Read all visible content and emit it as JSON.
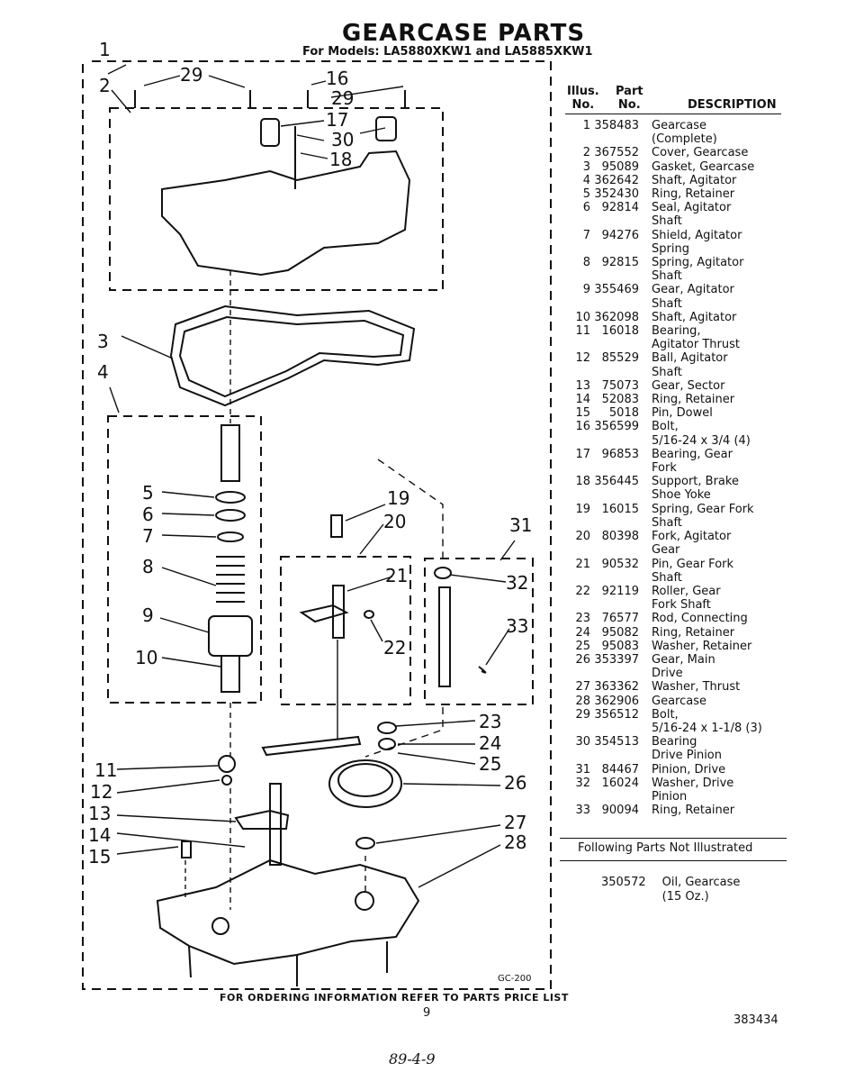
{
  "header": {
    "title": "GEARCASE PARTS",
    "subtitle": "For Models: LA5880XKW1 and LA5885XKW1"
  },
  "table": {
    "col_illus": "Illus.\nNo.",
    "col_part": "Part\nNo.",
    "col_desc": "DESCRIPTION",
    "rows": [
      {
        "no": "1",
        "part": "358483",
        "desc": "Gearcase\n(Complete)"
      },
      {
        "no": "2",
        "part": "367552",
        "desc": "Cover, Gearcase"
      },
      {
        "no": "3",
        "part": "95089",
        "desc": "Gasket, Gearcase"
      },
      {
        "no": "4",
        "part": "362642",
        "desc": "Shaft, Agitator"
      },
      {
        "no": "5",
        "part": "352430",
        "desc": "Ring, Retainer"
      },
      {
        "no": "6",
        "part": "92814",
        "desc": "Seal, Agitator\nShaft"
      },
      {
        "no": "7",
        "part": "94276",
        "desc": "Shield, Agitator\nSpring"
      },
      {
        "no": "8",
        "part": "92815",
        "desc": "Spring, Agitator\nShaft"
      },
      {
        "no": "9",
        "part": "355469",
        "desc": "Gear, Agitator\nShaft"
      },
      {
        "no": "10",
        "part": "362098",
        "desc": "Shaft, Agitator"
      },
      {
        "no": "11",
        "part": "16018",
        "desc": "Bearing,\nAgitator Thrust"
      },
      {
        "no": "12",
        "part": "85529",
        "desc": "Ball, Agitator\nShaft"
      },
      {
        "no": "13",
        "part": "75073",
        "desc": "Gear, Sector"
      },
      {
        "no": "14",
        "part": "52083",
        "desc": "Ring, Retainer"
      },
      {
        "no": "15",
        "part": "5018",
        "desc": "Pin, Dowel"
      },
      {
        "no": "16",
        "part": "356599",
        "desc": "Bolt,\n5/16-24 x 3/4 (4)"
      },
      {
        "no": "17",
        "part": "96853",
        "desc": "Bearing, Gear\nFork"
      },
      {
        "no": "18",
        "part": "356445",
        "desc": "Support, Brake\nShoe Yoke"
      },
      {
        "no": "19",
        "part": "16015",
        "desc": "Spring, Gear Fork\nShaft"
      },
      {
        "no": "20",
        "part": "80398",
        "desc": "Fork, Agitator\nGear"
      },
      {
        "no": "21",
        "part": "90532",
        "desc": "Pin, Gear Fork\nShaft"
      },
      {
        "no": "22",
        "part": "92119",
        "desc": "Roller, Gear\nFork Shaft"
      },
      {
        "no": "23",
        "part": "76577",
        "desc": "Rod, Connecting"
      },
      {
        "no": "24",
        "part": "95082",
        "desc": "Ring, Retainer"
      },
      {
        "no": "25",
        "part": "95083",
        "desc": "Washer, Retainer"
      },
      {
        "no": "26",
        "part": "353397",
        "desc": "Gear, Main\nDrive"
      },
      {
        "no": "27",
        "part": "363362",
        "desc": "Washer, Thrust"
      },
      {
        "no": "28",
        "part": "362906",
        "desc": "Gearcase"
      },
      {
        "no": "29",
        "part": "356512",
        "desc": "Bolt,\n5/16-24 x 1-1/8 (3)"
      },
      {
        "no": "30",
        "part": "354513",
        "desc": "Bearing\nDrive Pinion"
      },
      {
        "no": "31",
        "part": "84467",
        "desc": "Pinion, Drive"
      },
      {
        "no": "32",
        "part": "16024",
        "desc": "Washer, Drive\nPinion"
      },
      {
        "no": "33",
        "part": "90094",
        "desc": "Ring, Retainer"
      }
    ]
  },
  "not_illustrated": {
    "heading": "Following Parts Not Illustrated",
    "part": "350572",
    "desc": "Oil, Gearcase\n(15 Oz.)"
  },
  "diagram": {
    "code": "GC-200",
    "callouts": [
      "1",
      "2",
      "3",
      "4",
      "5",
      "6",
      "7",
      "8",
      "9",
      "10",
      "11",
      "12",
      "13",
      "14",
      "15",
      "16",
      "17",
      "18",
      "19",
      "20",
      "21",
      "22",
      "23",
      "24",
      "25",
      "26",
      "27",
      "28",
      "29",
      "29",
      "30",
      "31",
      "32",
      "33"
    ]
  },
  "footer": {
    "ordering": "FOR ORDERING INFORMATION REFER TO PARTS PRICE LIST",
    "page": "9",
    "doc_number": "383434",
    "handwritten": "89-4-9"
  }
}
